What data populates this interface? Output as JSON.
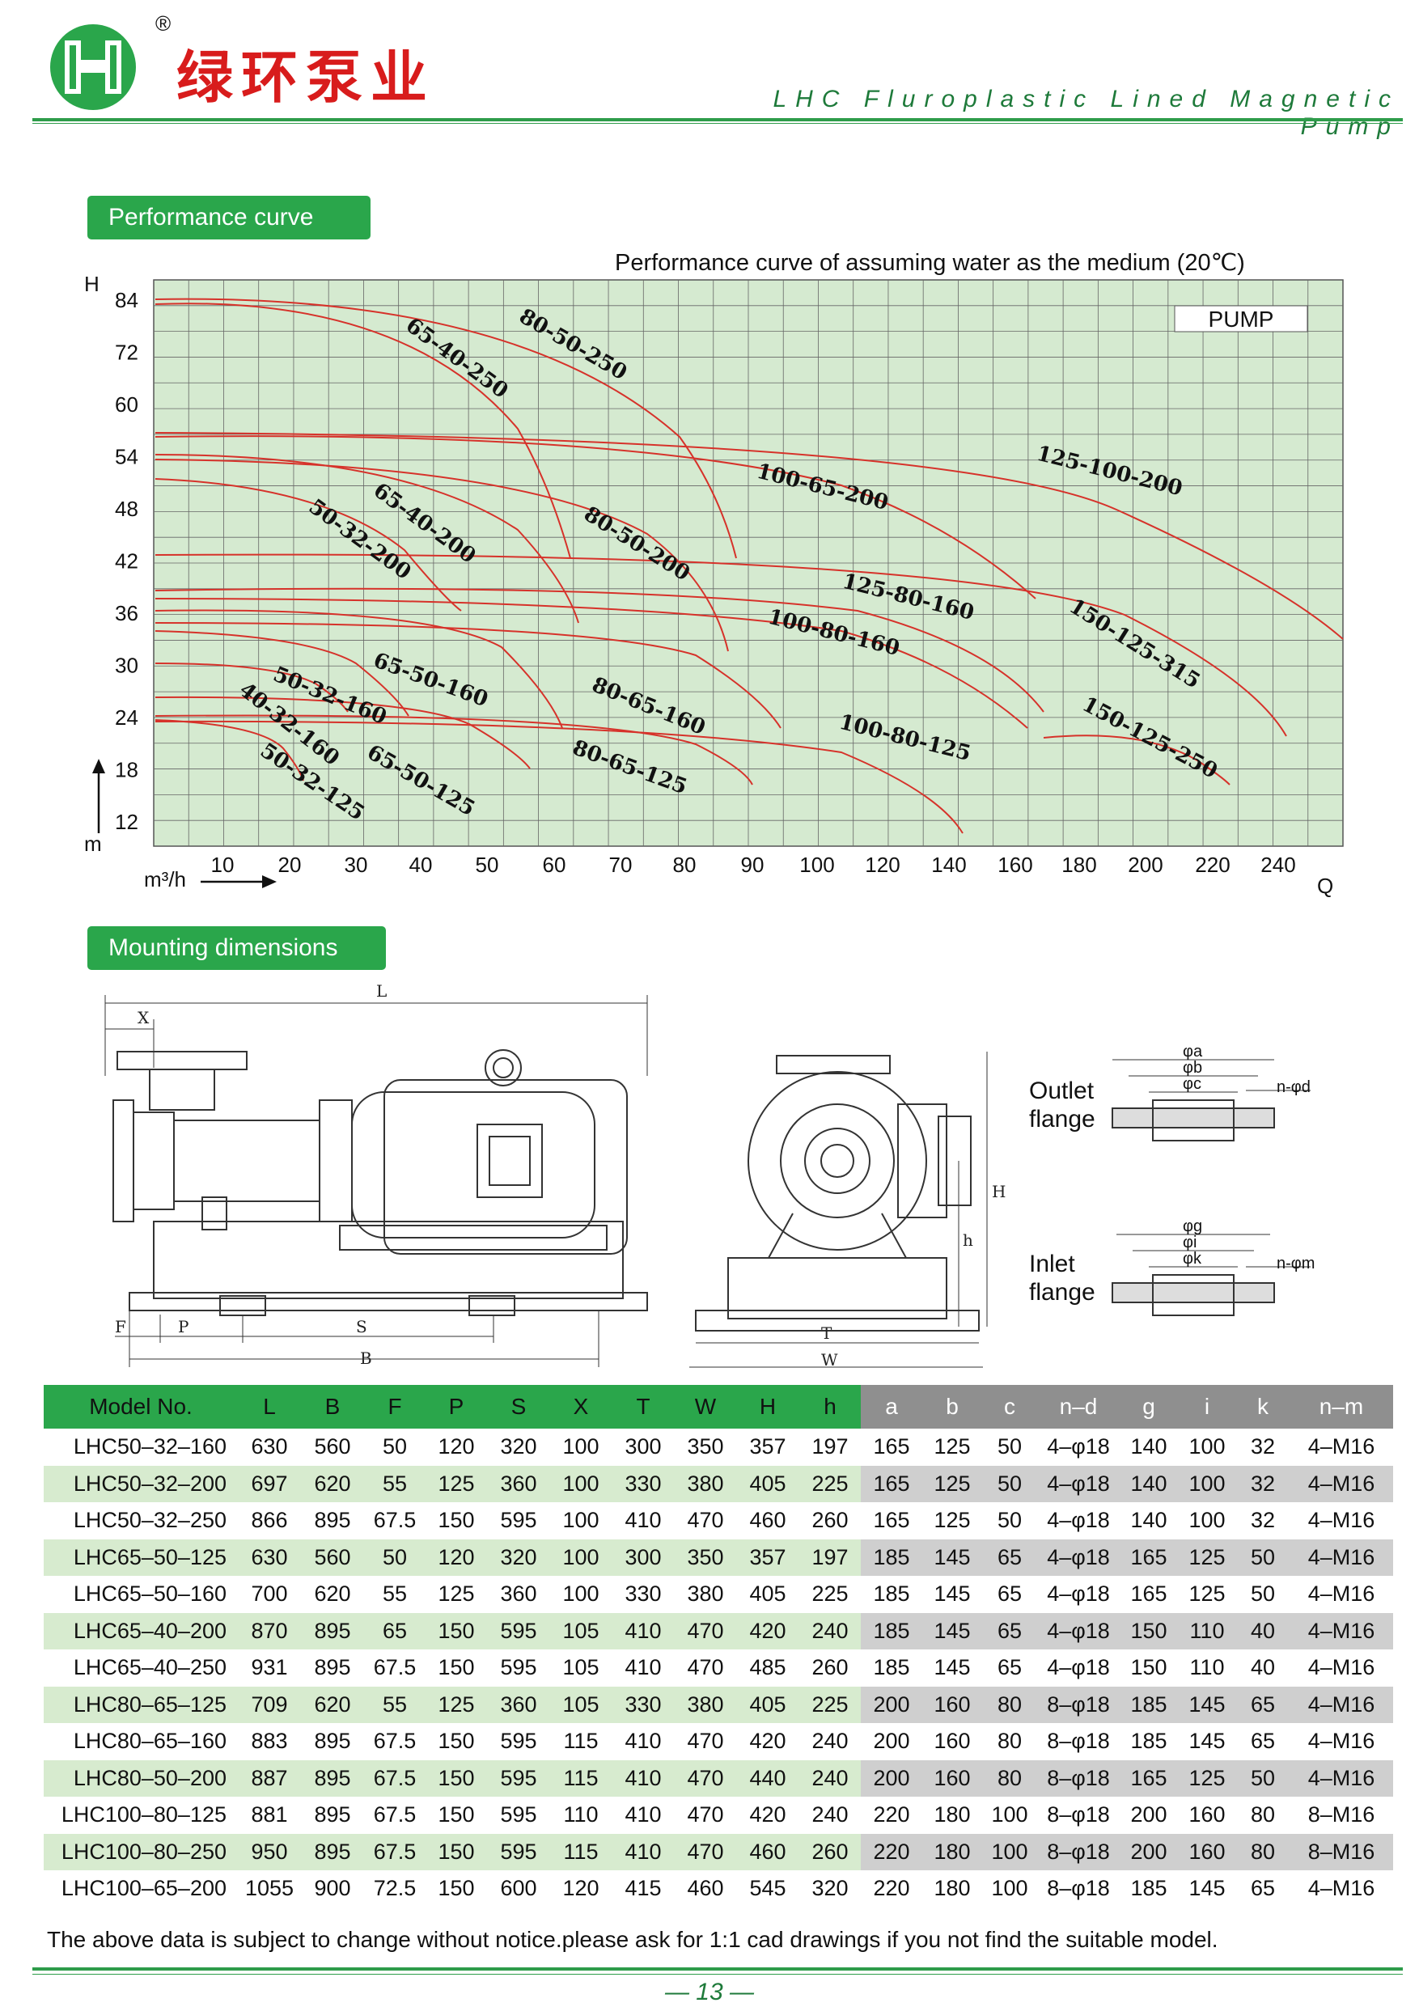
{
  "header": {
    "brand": "绿环泵业",
    "registered": "®",
    "subtitle": "LHC Fluroplastic Lined Magnetic Pump"
  },
  "sections": {
    "performance": "Performance curve",
    "mounting": "Mounting dimensions"
  },
  "chart_data": {
    "type": "line",
    "title": "Performance curve of assuming water as the medium (20℃)",
    "legend_box": "PUMP",
    "ylabel_top": "H",
    "ylabel_bottom": "m",
    "xlabel_left": "m³/h",
    "xlabel_right": "Q",
    "y_ticks": [
      "84",
      "72",
      "60",
      "54",
      "48",
      "42",
      "36",
      "30",
      "24",
      "18",
      "12"
    ],
    "x_ticks": [
      "10",
      "20",
      "30",
      "40",
      "50",
      "60",
      "70",
      "80",
      "90",
      "100",
      "120",
      "140",
      "160",
      "180",
      "200",
      "220",
      "240"
    ],
    "grid": true,
    "series": [
      {
        "name": "65-40-250"
      },
      {
        "name": "80-50-250"
      },
      {
        "name": "100-65-200"
      },
      {
        "name": "125-100-200"
      },
      {
        "name": "65-40-200"
      },
      {
        "name": "50-32-200"
      },
      {
        "name": "80-50-200"
      },
      {
        "name": "125-80-160"
      },
      {
        "name": "100-80-160"
      },
      {
        "name": "150-125-315"
      },
      {
        "name": "50-32-160"
      },
      {
        "name": "65-50-160"
      },
      {
        "name": "80-65-160"
      },
      {
        "name": "40-32-160"
      },
      {
        "name": "150-125-250"
      },
      {
        "name": "100-80-125"
      },
      {
        "name": "50-32-125"
      },
      {
        "name": "65-50-125"
      },
      {
        "name": "80-65-125"
      }
    ]
  },
  "drawing": {
    "dims": {
      "L": "L",
      "X": "X",
      "F": "F",
      "P": "P",
      "S": "S",
      "B": "B",
      "T": "T",
      "W": "W",
      "H": "H",
      "h": "h"
    },
    "outlet": {
      "label1": "Outlet",
      "label2": "flange",
      "a": "φa",
      "b": "φb",
      "c": "φc",
      "nd": "n-φd"
    },
    "inlet": {
      "label1": "Inlet",
      "label2": "flange",
      "g": "φg",
      "i": "φi",
      "k": "φk",
      "nm": "n-φm"
    }
  },
  "table": {
    "headers": [
      "Model No.",
      "L",
      "B",
      "F",
      "P",
      "S",
      "X",
      "T",
      "W",
      "H",
      "h",
      "a",
      "b",
      "c",
      "n–d",
      "g",
      "i",
      "k",
      "n–m"
    ],
    "rows": [
      [
        "LHC50–32–160",
        "630",
        "560",
        "50",
        "120",
        "320",
        "100",
        "300",
        "350",
        "357",
        "197",
        "165",
        "125",
        "50",
        "4–φ18",
        "140",
        "100",
        "32",
        "4–M16"
      ],
      [
        "LHC50–32–200",
        "697",
        "620",
        "55",
        "125",
        "360",
        "100",
        "330",
        "380",
        "405",
        "225",
        "165",
        "125",
        "50",
        "4–φ18",
        "140",
        "100",
        "32",
        "4–M16"
      ],
      [
        "LHC50–32–250",
        "866",
        "895",
        "67.5",
        "150",
        "595",
        "100",
        "410",
        "470",
        "460",
        "260",
        "165",
        "125",
        "50",
        "4–φ18",
        "140",
        "100",
        "32",
        "4–M16"
      ],
      [
        "LHC65–50–125",
        "630",
        "560",
        "50",
        "120",
        "320",
        "100",
        "300",
        "350",
        "357",
        "197",
        "185",
        "145",
        "65",
        "4–φ18",
        "165",
        "125",
        "50",
        "4–M16"
      ],
      [
        "LHC65–50–160",
        "700",
        "620",
        "55",
        "125",
        "360",
        "100",
        "330",
        "380",
        "405",
        "225",
        "185",
        "145",
        "65",
        "4–φ18",
        "165",
        "125",
        "50",
        "4–M16"
      ],
      [
        "LHC65–40–200",
        "870",
        "895",
        "65",
        "150",
        "595",
        "105",
        "410",
        "470",
        "420",
        "240",
        "185",
        "145",
        "65",
        "4–φ18",
        "150",
        "110",
        "40",
        "4–M16"
      ],
      [
        "LHC65–40–250",
        "931",
        "895",
        "67.5",
        "150",
        "595",
        "105",
        "410",
        "470",
        "485",
        "260",
        "185",
        "145",
        "65",
        "4–φ18",
        "150",
        "110",
        "40",
        "4–M16"
      ],
      [
        "LHC80–65–125",
        "709",
        "620",
        "55",
        "125",
        "360",
        "105",
        "330",
        "380",
        "405",
        "225",
        "200",
        "160",
        "80",
        "8–φ18",
        "185",
        "145",
        "65",
        "4–M16"
      ],
      [
        "LHC80–65–160",
        "883",
        "895",
        "67.5",
        "150",
        "595",
        "115",
        "410",
        "470",
        "420",
        "240",
        "200",
        "160",
        "80",
        "8–φ18",
        "185",
        "145",
        "65",
        "4–M16"
      ],
      [
        "LHC80–50–200",
        "887",
        "895",
        "67.5",
        "150",
        "595",
        "115",
        "410",
        "470",
        "440",
        "240",
        "200",
        "160",
        "80",
        "8–φ18",
        "165",
        "125",
        "50",
        "4–M16"
      ],
      [
        "LHC100–80–125",
        "881",
        "895",
        "67.5",
        "150",
        "595",
        "110",
        "410",
        "470",
        "420",
        "240",
        "220",
        "180",
        "100",
        "8–φ18",
        "200",
        "160",
        "80",
        "8–M16"
      ],
      [
        "LHC100–80–250",
        "950",
        "895",
        "67.5",
        "150",
        "595",
        "115",
        "410",
        "470",
        "460",
        "260",
        "220",
        "180",
        "100",
        "8–φ18",
        "200",
        "160",
        "80",
        "8–M16"
      ],
      [
        "LHC100–65–200",
        "1055",
        "900",
        "72.5",
        "150",
        "600",
        "120",
        "415",
        "460",
        "545",
        "320",
        "220",
        "180",
        "100",
        "8–φ18",
        "185",
        "145",
        "65",
        "4–M16"
      ]
    ]
  },
  "footer": {
    "note": "The above data is subject to change without notice.please ask for 1:1 cad drawings if you not find the suitable model.",
    "page": "— 13 —"
  }
}
